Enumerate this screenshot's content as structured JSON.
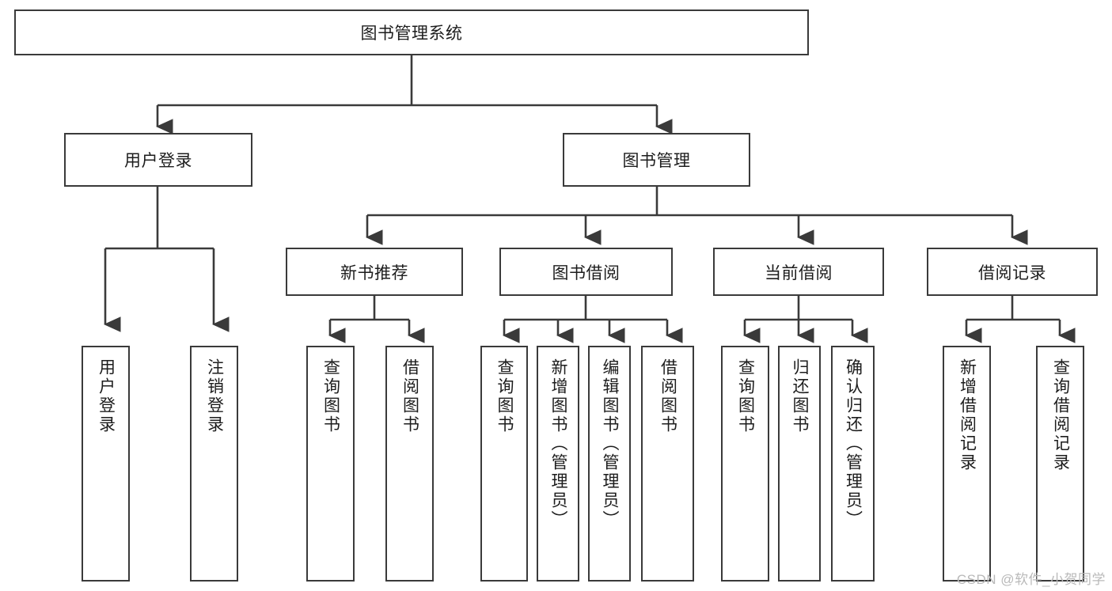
{
  "diagram": {
    "title": "图书管理系统",
    "type": "tree-hierarchy-chart",
    "root": {
      "label": "图书管理系统"
    },
    "level2": [
      {
        "label": "用户登录"
      },
      {
        "label": "图书管理"
      }
    ],
    "level3": [
      {
        "label": "新书推荐"
      },
      {
        "label": "图书借阅"
      },
      {
        "label": "当前借阅"
      },
      {
        "label": "借阅记录"
      }
    ],
    "leaves": {
      "user_login": [
        {
          "label": "用户登录"
        },
        {
          "label": "注销登录"
        }
      ],
      "new_book_recommend": [
        {
          "label": "查询图书"
        },
        {
          "label": "借阅图书"
        }
      ],
      "book_borrow": [
        {
          "label": "查询图书"
        },
        {
          "label": "新增图书（管理员）"
        },
        {
          "label": "编辑图书（管理员）"
        },
        {
          "label": "借阅图书"
        }
      ],
      "current_borrow": [
        {
          "label": "查询图书"
        },
        {
          "label": "归还图书"
        },
        {
          "label": "确认归还（管理员）"
        }
      ],
      "borrow_record": [
        {
          "label": "新增借阅记录"
        },
        {
          "label": "查询借阅记录"
        }
      ]
    },
    "colors": {
      "stroke": "#3a3a3a",
      "background": "#ffffff",
      "text": "#1d1d1d",
      "watermark": "#b9b9b9"
    }
  },
  "watermark": {
    "text": "CSDN @软件_小贺同学"
  }
}
